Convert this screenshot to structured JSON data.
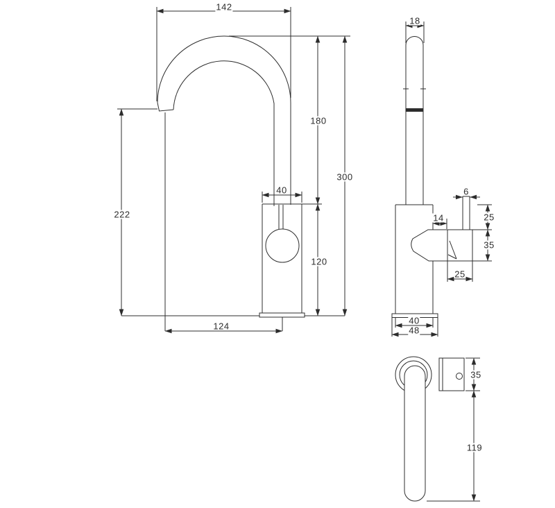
{
  "drawing": {
    "title": "faucet-dimension-drawing",
    "views": {
      "front": {
        "dims": {
          "spout_span": "142",
          "spout_rise": "180",
          "overall_height": "300",
          "outlet_height": "222",
          "body_diameter": "40",
          "body_height": "120",
          "spout_reach": "124"
        }
      },
      "side": {
        "dims": {
          "spout_tube_diameter": "18",
          "handle_pin_width": "6",
          "handle_pin_height": "25",
          "handle_hub_width": "14",
          "handle_block_height": "35",
          "handle_block_width": "25",
          "base_width": "40",
          "base_flange_width": "48"
        }
      },
      "top": {
        "dims": {
          "handle_hub_depth": "35",
          "lever_length": "119"
        }
      }
    }
  }
}
